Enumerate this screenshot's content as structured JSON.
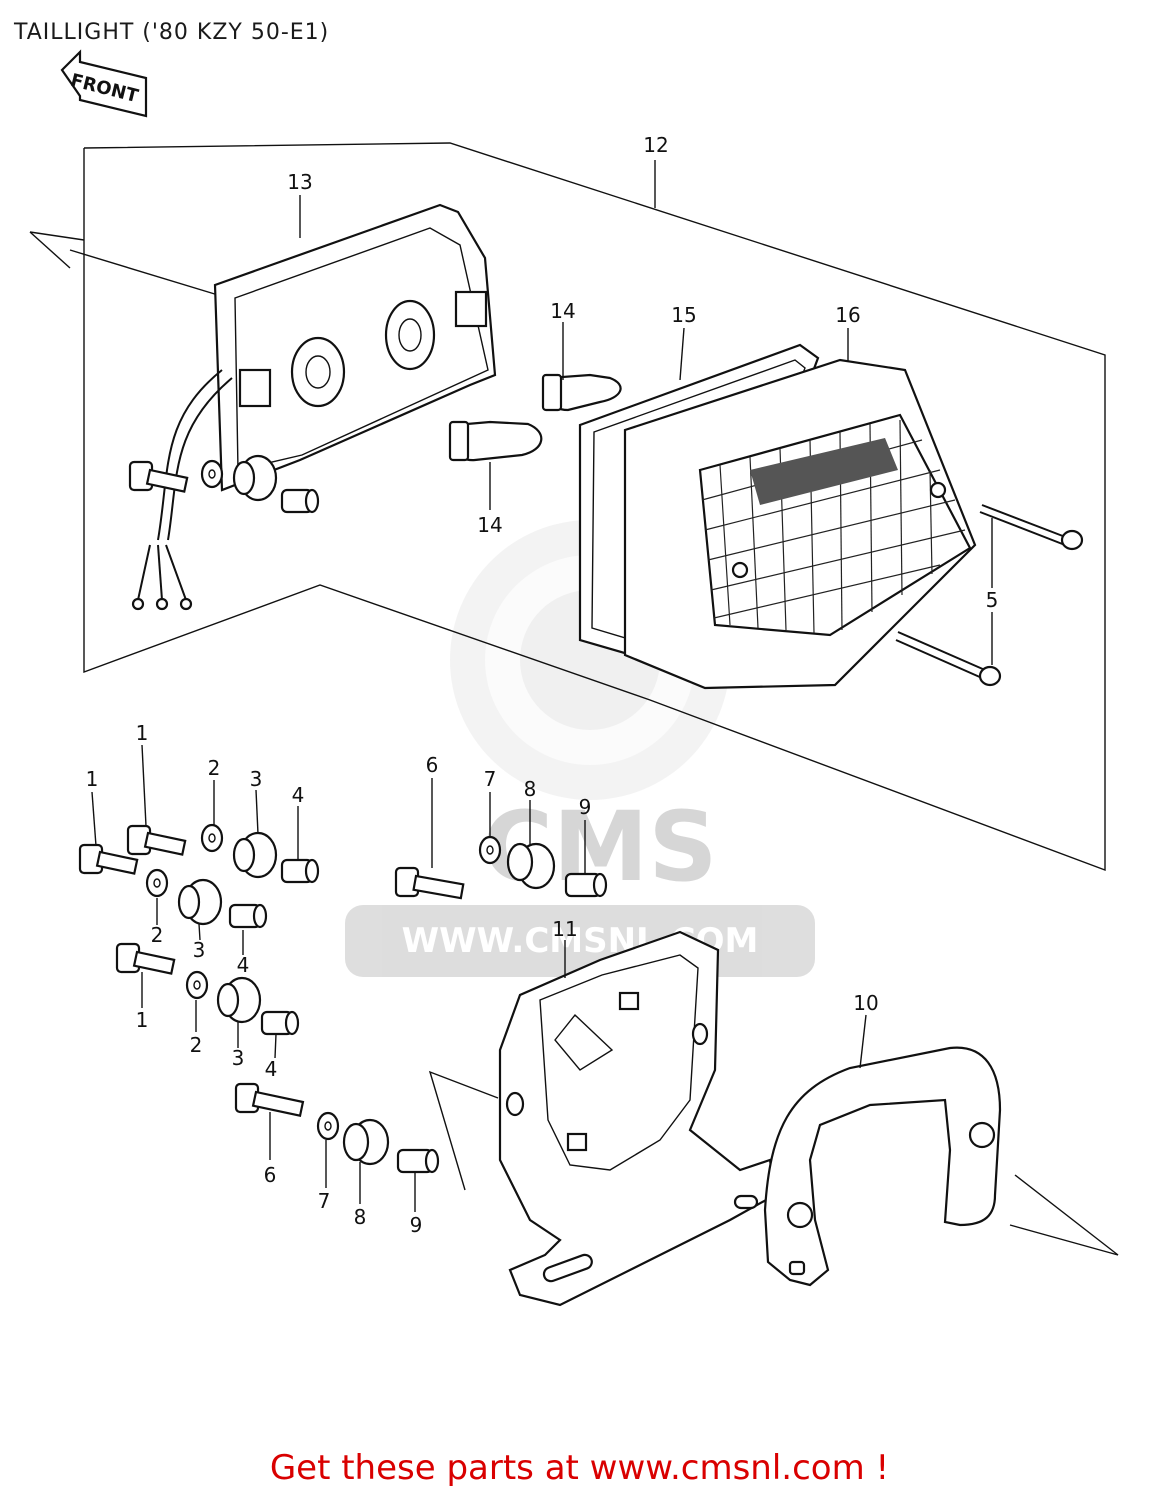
{
  "title": "TAILLIGHT ('80 KZY 50-E1)",
  "front_arrow": "FRONT",
  "watermark": {
    "brand": "CMS",
    "url": "WWW.CMSNL.COM"
  },
  "footer": "Get these parts at www.cmsnl.com !",
  "callouts": [
    {
      "id": "c12",
      "label": "12"
    },
    {
      "id": "c13",
      "label": "13"
    },
    {
      "id": "c14a",
      "label": "14"
    },
    {
      "id": "c15",
      "label": "15"
    },
    {
      "id": "c16",
      "label": "16"
    },
    {
      "id": "c14b",
      "label": "14"
    },
    {
      "id": "c5",
      "label": "5"
    },
    {
      "id": "c1a",
      "label": "1"
    },
    {
      "id": "c1b",
      "label": "1"
    },
    {
      "id": "c2a",
      "label": "2"
    },
    {
      "id": "c3a",
      "label": "3"
    },
    {
      "id": "c4a",
      "label": "4"
    },
    {
      "id": "c2b",
      "label": "2"
    },
    {
      "id": "c3b",
      "label": "3"
    },
    {
      "id": "c4b",
      "label": "4"
    },
    {
      "id": "c1c",
      "label": "1"
    },
    {
      "id": "c2c",
      "label": "2"
    },
    {
      "id": "c3c",
      "label": "3"
    },
    {
      "id": "c4c",
      "label": "4"
    },
    {
      "id": "c6a",
      "label": "6"
    },
    {
      "id": "c7a",
      "label": "7"
    },
    {
      "id": "c8a",
      "label": "8"
    },
    {
      "id": "c9a",
      "label": "9"
    },
    {
      "id": "c11",
      "label": "11"
    },
    {
      "id": "c10",
      "label": "10"
    },
    {
      "id": "c6b",
      "label": "6"
    },
    {
      "id": "c7b",
      "label": "7"
    },
    {
      "id": "c8b",
      "label": "8"
    },
    {
      "id": "c9b",
      "label": "9"
    }
  ]
}
